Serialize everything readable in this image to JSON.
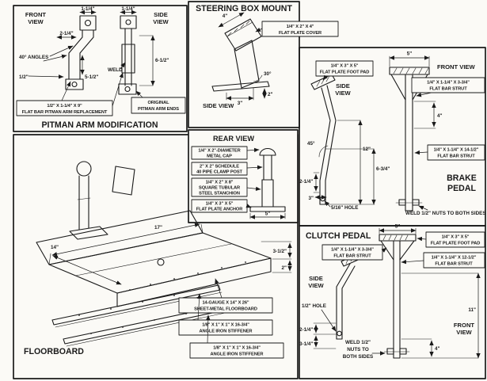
{
  "meta": {
    "ink": "#1a1a1a",
    "paper": "#fbfaf6"
  },
  "pitman": {
    "title": "PITMAN ARM MODIFICATION",
    "front_view_l1": "FRONT",
    "front_view_l2": "VIEW",
    "side_view_l1": "SIDE",
    "side_view_l2": "VIEW",
    "dim_front_width": "1-1/4\"",
    "dim_side_width": "1-1/4\"",
    "dim_offset": "2-1/4\"",
    "angles_note": "40° ANGLES",
    "weld_note": "WELD",
    "dim_height": "6-1/2\"",
    "dim_half": "1/2\"",
    "dim_lower": "5-1/2\"",
    "replacement_l1": "1/2\" X 1-1/4\" X 9\"",
    "replacement_l2": "FLAT BAR PITMAN ARM REPLACEMENT",
    "original_l1": "ORIGINAL",
    "original_l2": "PITMAN ARM ENDS"
  },
  "steering_box": {
    "title": "STEERING BOX MOUNT",
    "cover_l1": "1/4\" X 2\" X 4\"",
    "cover_l2": "FLAT PLATE COVER",
    "dim_width": "4\"",
    "dim_angle": "30°",
    "dim_base": "3\"",
    "dim_depth": "2\"",
    "side_view": "SIDE VIEW"
  },
  "rear_view": {
    "title": "REAR VIEW",
    "cap_l1": "1/4\" X 2\"-DIAMETER",
    "cap_l2": "METAL CAP",
    "clamp_l1": "2\" X 2\" SCHEDULE",
    "clamp_l2": "40 PIPE CLAMP POST",
    "stanchion_l1": "1/4\" X 2\" X 8\"",
    "stanchion_l2": "SQUARE TUBULAR",
    "stanchion_l3": "STEEL STANCHION",
    "anchor_l1": "1/4\" X 3\" X 5\"",
    "anchor_l2": "FLAT PLATE ANCHOR",
    "dim_base": "5\""
  },
  "brake": {
    "title_l1": "BRAKE",
    "title_l2": "PEDAL",
    "front_view": "FRONT VIEW",
    "side_view_l1": "SIDE",
    "side_view_l2": "VIEW",
    "pad_l1": "1/4\" X 3\" X 5\"",
    "pad_l2": "FLAT PLATE FOOT PAD",
    "strut_l1": "1/4\" X 1-1/4\" X 3-3/4\"",
    "strut_l2": "FLAT BAR STRUT",
    "bar_l1": "1/4\" X 1-1/4\" X 14-1/2\"",
    "bar_l2": "FLAT BAR STRUT",
    "dim_pad": "5\"",
    "dim_strut": "4\"",
    "dim_upper": "12\"",
    "dim_lower": "6-3/4\"",
    "dim_angle": "45°",
    "dim_b1": "2-1/4\"",
    "dim_b2": "3\"",
    "hole_note": "5/16\" HOLE",
    "weld_note": "WELD 1/2\" NUTS TO BOTH SIDES"
  },
  "clutch": {
    "title": "CLUTCH PEDAL",
    "side_view_l1": "SIDE",
    "side_view_l2": "VIEW",
    "front_view_l1": "FRONT",
    "front_view_l2": "VIEW",
    "pad_l1": "1/4\" X 3\" X 5\"",
    "pad_l2": "FLAT PLATE FOOT PAD",
    "strut_l1": "1/4\" X 1-1/4\" X 3-3/4\"",
    "strut_l2": "FLAT BAR STRUT",
    "bar_l1": "1/4\" X 1-1/4\" X 12-1/2\"",
    "bar_l2": "FLAT BAR STRUT",
    "dim_pad": "5\"",
    "dim_bar": "11\"",
    "dim_b3": "4\"",
    "dim_b1": "2-1/4\"",
    "dim_b2": "3-1/4\"",
    "hole_note": "1/2\" HOLE",
    "weld_l1": "WELD 1/2\"",
    "weld_l2": "NUTS TO",
    "weld_l3": "BOTH SIDES"
  },
  "floorboard": {
    "title": "FLOORBOARD",
    "dim_width": "14\"",
    "dim_length": "17\"",
    "dim_h1": "3-1/2\"",
    "dim_h2": "2\"",
    "sheet_l1": "14-GAUGE X 14\" X 26\"",
    "sheet_l2": "SHEET-METAL FLOORBOARD",
    "stiffener1_l1": "1/8\" X 1\" X 1\" X 16-3/4\"",
    "stiffener1_l2": "ANGLE IRON STIFFENER",
    "stiffener2_l1": "1/8\" X 1\" X 1\" X 16-3/4\"",
    "stiffener2_l2": "ANGLE IRON STIFFENER"
  }
}
